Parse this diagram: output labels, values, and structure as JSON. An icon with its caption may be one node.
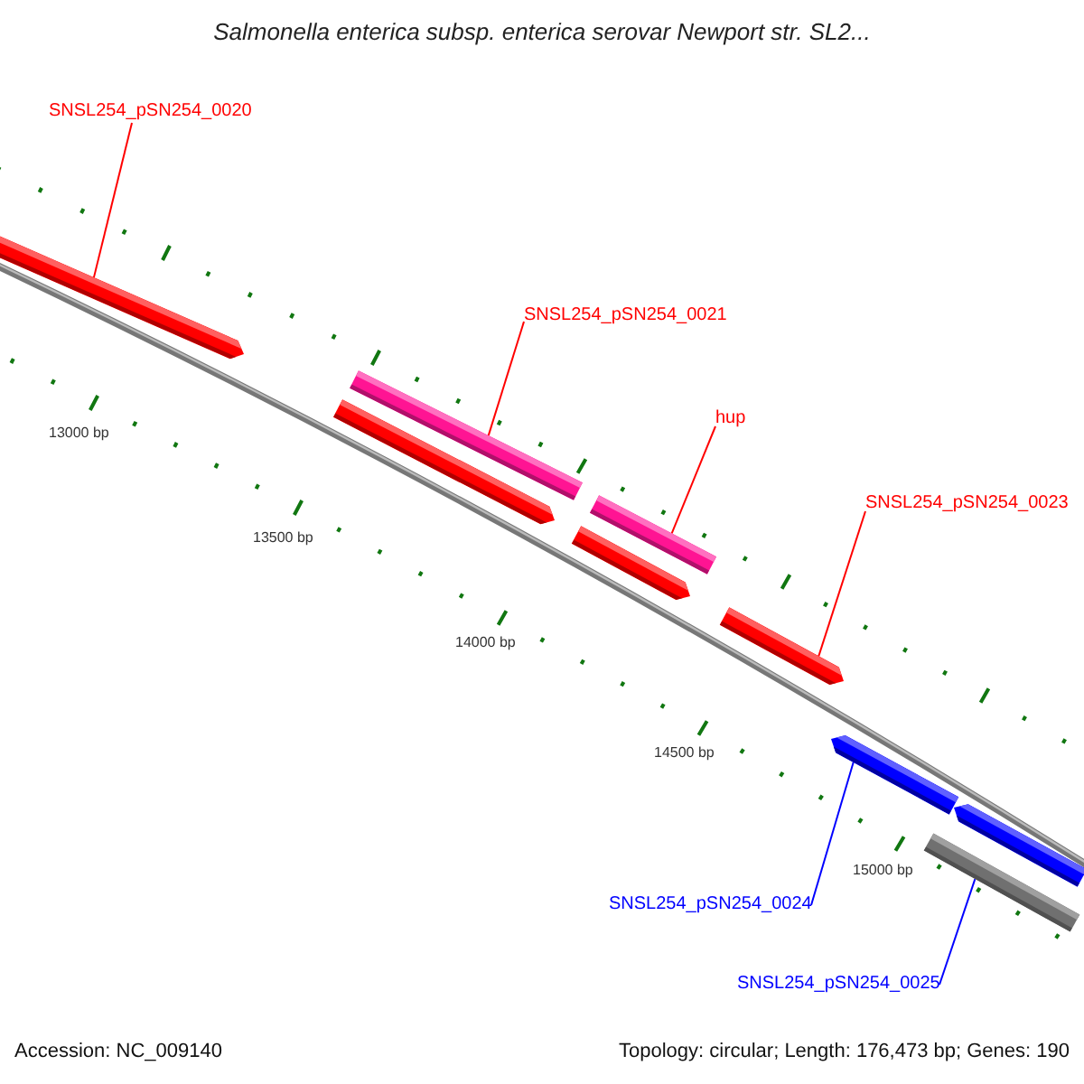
{
  "diagram": {
    "title": "Salmonella enterica subsp. enterica serovar Newport str. SL2...",
    "nodes": [
      {
        "text": [
          "SNSL254_pSN254_0020"
        ]
      },
      {
        "text": [],
        "shape": "bar"
      },
      {
        "text": [
          "SNSL254_pSN254_0021"
        ]
      },
      {
        "text": [],
        "shape": "bar"
      },
      {
        "text": [],
        "shape": "bar"
      },
      {
        "text": [
          "hup"
        ]
      },
      {
        "text": [],
        "shape": "bar"
      },
      {
        "text": [],
        "shape": "bar"
      },
      {
        "text": [
          "SNSL254_pSN254_0023"
        ]
      },
      {
        "text": [],
        "shape": "bar"
      },
      {
        "text": [],
        "shape": "bar"
      },
      {
        "text": [],
        "shape": "bar"
      },
      {
        "text": [],
        "shape": "bar"
      },
      {
        "text": [
          "SNSL254_pSN254_0024"
        ]
      },
      {
        "text": [
          "SNSL254_pSN254_0025"
        ]
      }
    ],
    "edges": [
      {
        "from": 0,
        "to": 1,
        "arrow": "none"
      },
      {
        "from": 2,
        "to": 3,
        "arrow": "none"
      },
      {
        "from": 5,
        "to": 6,
        "arrow": "none"
      },
      {
        "from": 8,
        "to": 9,
        "arrow": "none"
      },
      {
        "from": 13,
        "to": 10,
        "arrow": "none",
        "color": "#0000ff"
      },
      {
        "from": 14,
        "to": 12,
        "arrow": "none",
        "color": "#0000ff"
      }
    ],
    "labels": [
      "13000 bp",
      "13500 bp",
      "14000 bp",
      "14500 bp",
      "15000 bp",
      "Accession: NC_009140",
      "Topology: circular; Length: 176,473 bp; Genes: 190"
    ]
  }
}
